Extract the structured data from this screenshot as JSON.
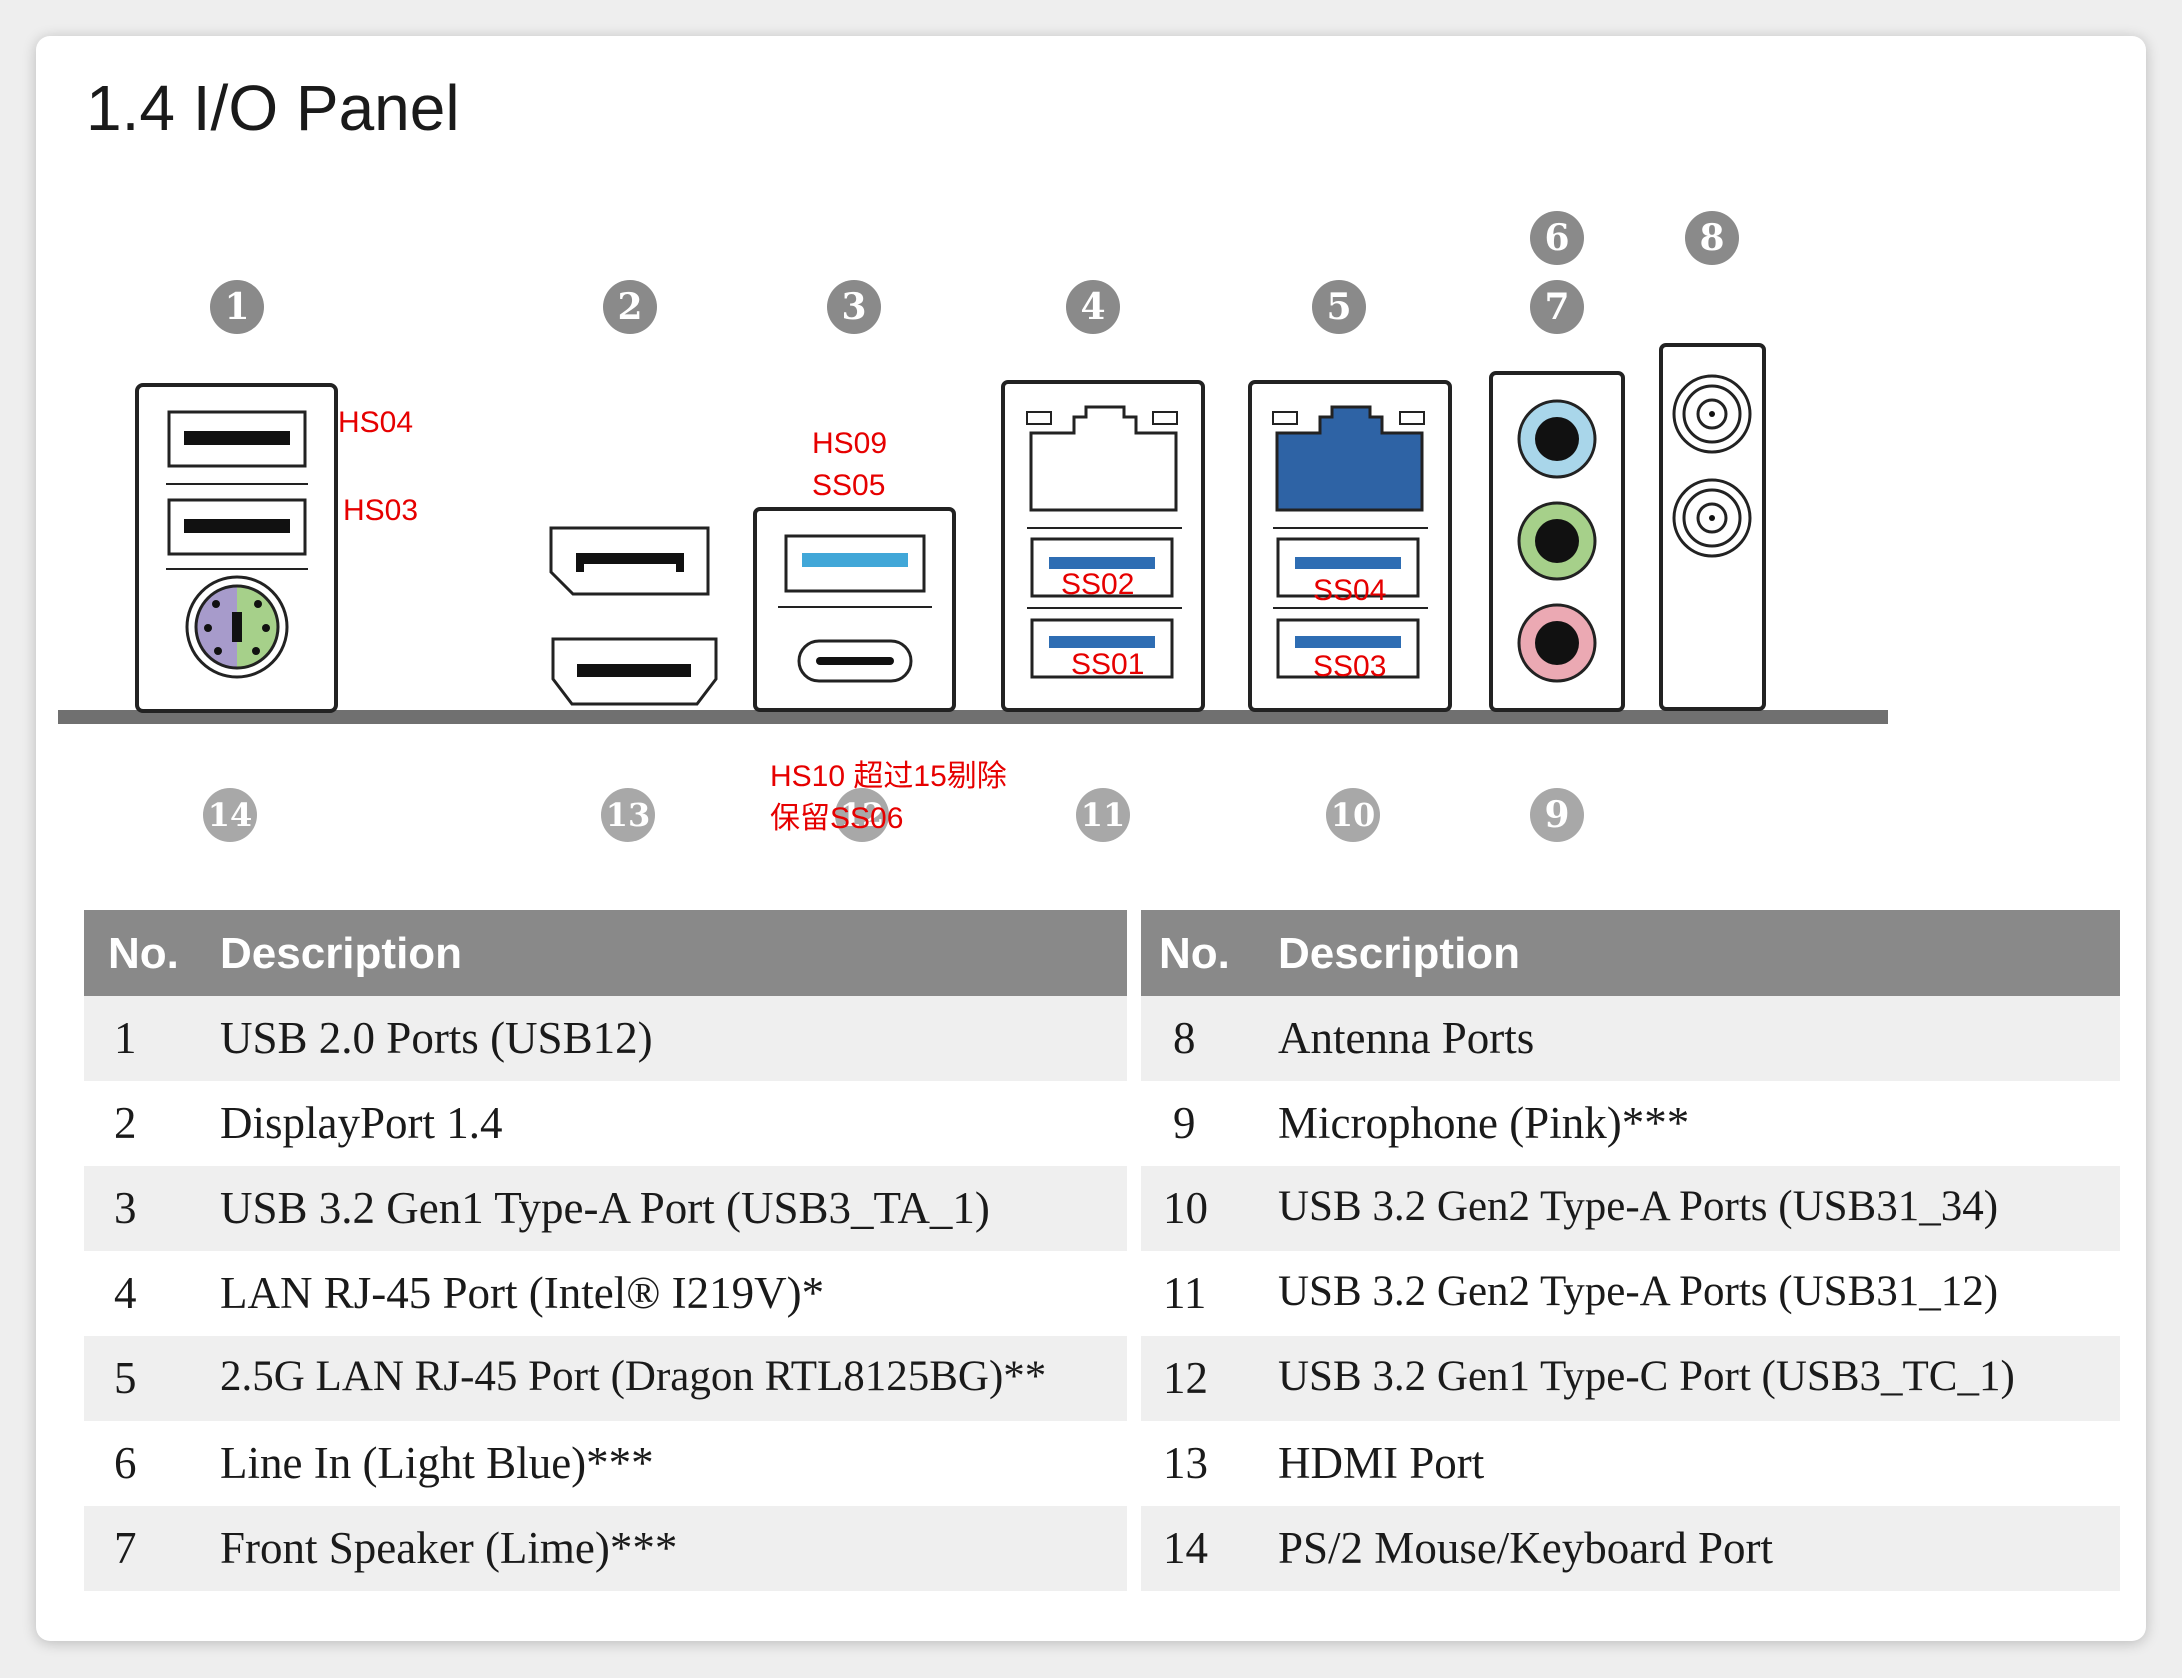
{
  "title": "1.4  I/O Panel",
  "callouts": [
    "1",
    "2",
    "3",
    "4",
    "5",
    "6",
    "7",
    "8",
    "9",
    "10",
    "11",
    "12",
    "13",
    "14"
  ],
  "annotations": {
    "hs04": "HS04",
    "hs03": "HS03",
    "hs09": "HS09",
    "ss05": "SS05",
    "ss02": "SS02",
    "ss01": "SS01",
    "ss04": "SS04",
    "ss03": "SS03",
    "hs10_line1": "HS10  超过15剔除",
    "hs10_line2": "保留SS06"
  },
  "table": {
    "header_no": "No.",
    "header_desc": "Description",
    "left_rows": [
      {
        "no": "1",
        "desc": "USB 2.0 Ports (USB12)"
      },
      {
        "no": "2",
        "desc": "DisplayPort 1.4"
      },
      {
        "no": "3",
        "desc": "USB 3.2 Gen1 Type-A Port (USB3_TA_1)"
      },
      {
        "no": "4",
        "desc": "LAN RJ-45 Port (Intel® I219V)*"
      },
      {
        "no": "5",
        "desc": "2.5G LAN RJ-45 Port (Dragon RTL8125BG)**"
      },
      {
        "no": "6",
        "desc": "Line In (Light Blue)***"
      },
      {
        "no": "7",
        "desc": "Front Speaker (Lime)***"
      }
    ],
    "right_rows": [
      {
        "no": "8",
        "desc": "Antenna Ports"
      },
      {
        "no": "9",
        "desc": "Microphone (Pink)***"
      },
      {
        "no": "10",
        "desc": "USB 3.2 Gen2 Type-A Ports (USB31_34)"
      },
      {
        "no": "11",
        "desc": "USB 3.2 Gen2 Type-A Ports (USB31_12)"
      },
      {
        "no": "12",
        "desc": "USB 3.2 Gen1 Type-C Port (USB3_TC_1)"
      },
      {
        "no": "13",
        "desc": "HDMI Port"
      },
      {
        "no": "14",
        "desc": "PS/2 Mouse/Keyboard Port"
      }
    ]
  },
  "colors": {
    "line_in": "#a9d6ea",
    "speaker": "#a6d08a",
    "mic": "#eba9b3",
    "usb_blue": "#2e6db3",
    "usb_lightblue": "#41a7d8",
    "lan_blue": "#2e63a5",
    "ps2_purple": "#a79bcb",
    "ps2_green": "#a6d08a",
    "annotation_red": "#e60000",
    "header_gray": "#898989",
    "row_shade": "#efefef"
  }
}
